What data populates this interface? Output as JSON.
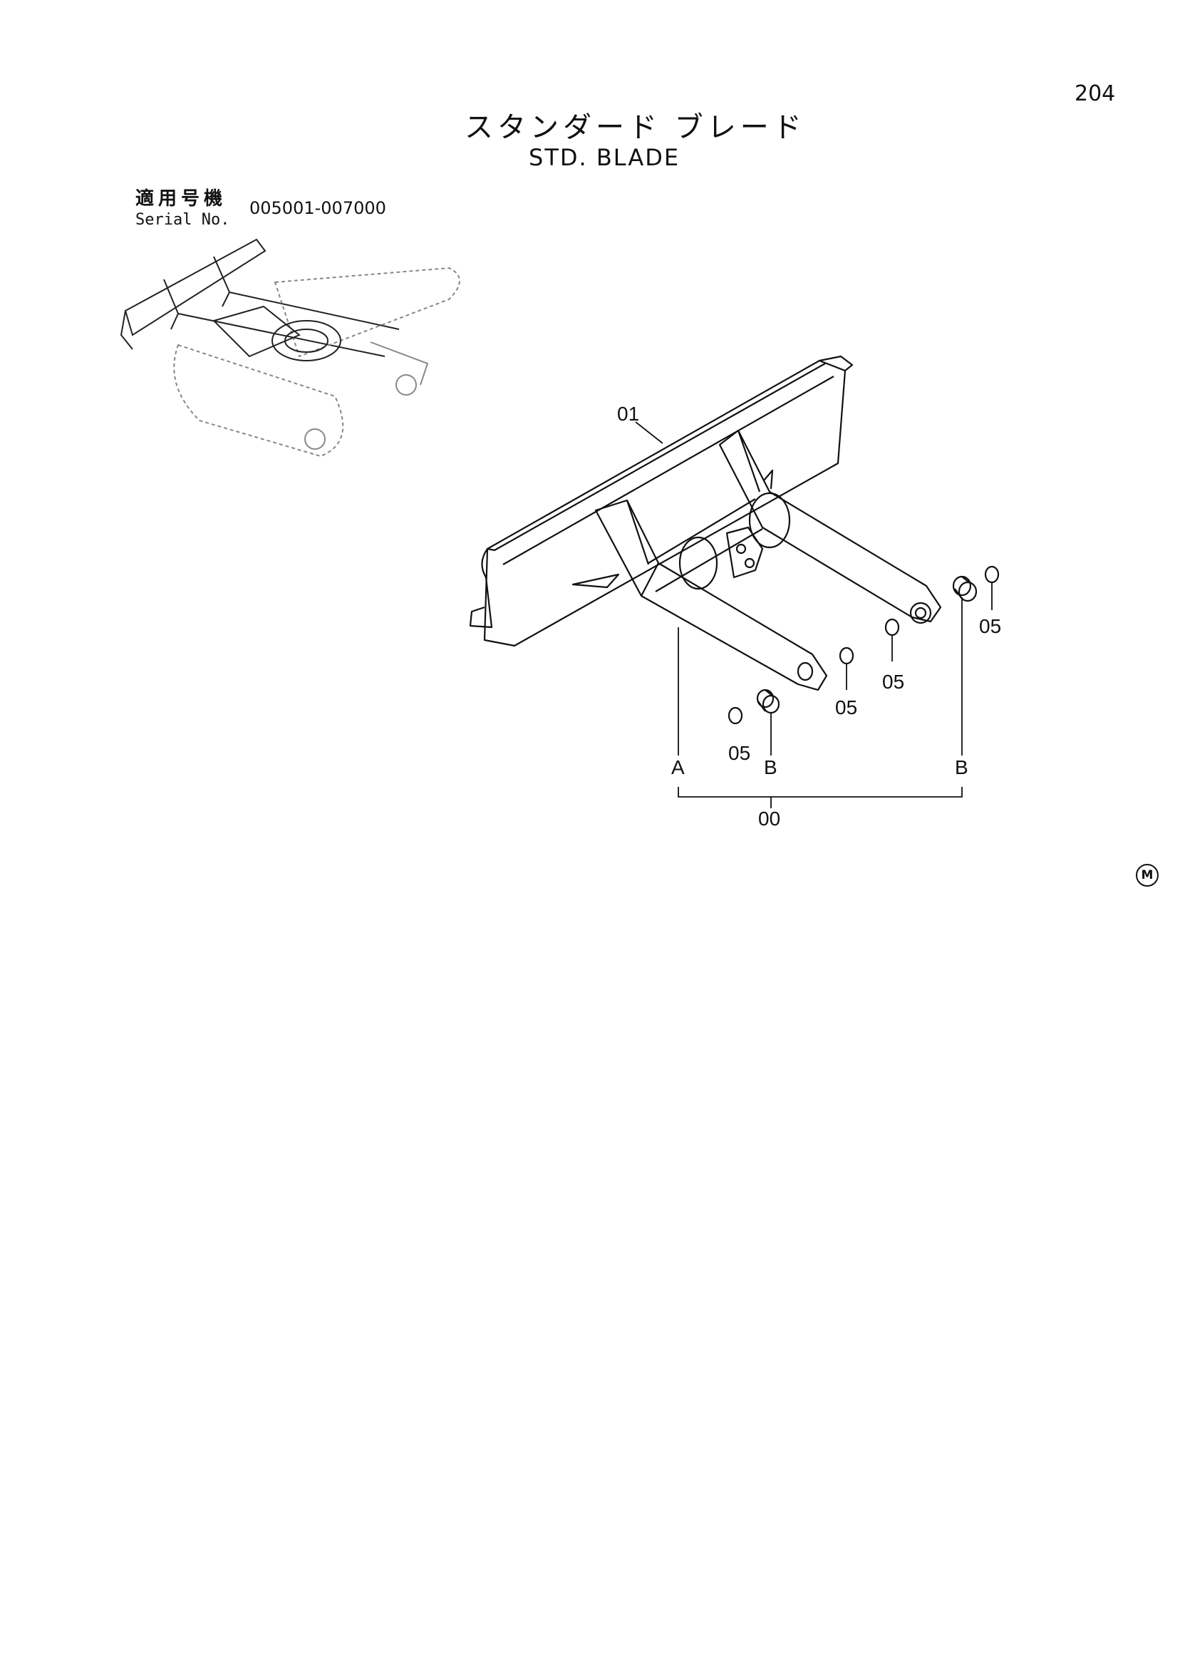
{
  "page_number": "204",
  "title_ja": "スタンダード ブレード",
  "title_en": "STD. BLADE",
  "applicable_label_ja": "適用号機",
  "serial_label": "Serial No.",
  "serial_range": "005001-007000",
  "corner_mark": "M",
  "part_labels": {
    "blade": "01",
    "assembly": "00",
    "ring_a": "05",
    "ring_b": "05",
    "ring_c": "05",
    "ring_d": "05",
    "ref_a": "A",
    "ref_b1": "B",
    "ref_b2": "B"
  }
}
